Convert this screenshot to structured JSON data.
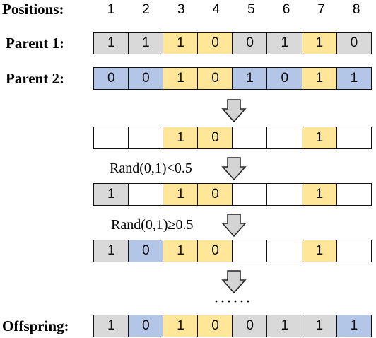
{
  "labels": {
    "positions": "Positions:",
    "parent1": "Parent 1:",
    "parent2": "Parent 2:",
    "offspring": "Offspring:"
  },
  "positions": [
    "1",
    "2",
    "3",
    "4",
    "5",
    "6",
    "7",
    "8"
  ],
  "colors": {
    "grey": "#d9d9d9",
    "yellow": "#ffe699",
    "blue": "#b4c6e7",
    "empty": "#ffffff"
  },
  "rows": {
    "parent1": [
      {
        "v": "1",
        "c": "grey"
      },
      {
        "v": "1",
        "c": "grey"
      },
      {
        "v": "1",
        "c": "yellow"
      },
      {
        "v": "0",
        "c": "yellow"
      },
      {
        "v": "0",
        "c": "grey"
      },
      {
        "v": "1",
        "c": "grey"
      },
      {
        "v": "1",
        "c": "yellow"
      },
      {
        "v": "0",
        "c": "grey"
      }
    ],
    "parent2": [
      {
        "v": "0",
        "c": "blue"
      },
      {
        "v": "0",
        "c": "blue"
      },
      {
        "v": "1",
        "c": "yellow"
      },
      {
        "v": "0",
        "c": "yellow"
      },
      {
        "v": "1",
        "c": "blue"
      },
      {
        "v": "0",
        "c": "blue"
      },
      {
        "v": "1",
        "c": "yellow"
      },
      {
        "v": "1",
        "c": "blue"
      }
    ],
    "step1": [
      {
        "v": "",
        "c": "empty"
      },
      {
        "v": "",
        "c": "empty"
      },
      {
        "v": "1",
        "c": "yellow"
      },
      {
        "v": "0",
        "c": "yellow"
      },
      {
        "v": "",
        "c": "empty"
      },
      {
        "v": "",
        "c": "empty"
      },
      {
        "v": "1",
        "c": "yellow"
      },
      {
        "v": "",
        "c": "empty"
      }
    ],
    "step2": [
      {
        "v": "1",
        "c": "grey"
      },
      {
        "v": "",
        "c": "empty"
      },
      {
        "v": "1",
        "c": "yellow"
      },
      {
        "v": "0",
        "c": "yellow"
      },
      {
        "v": "",
        "c": "empty"
      },
      {
        "v": "",
        "c": "empty"
      },
      {
        "v": "1",
        "c": "yellow"
      },
      {
        "v": "",
        "c": "empty"
      }
    ],
    "step3": [
      {
        "v": "1",
        "c": "grey"
      },
      {
        "v": "0",
        "c": "blue"
      },
      {
        "v": "1",
        "c": "yellow"
      },
      {
        "v": "0",
        "c": "yellow"
      },
      {
        "v": "",
        "c": "empty"
      },
      {
        "v": "",
        "c": "empty"
      },
      {
        "v": "1",
        "c": "yellow"
      },
      {
        "v": "",
        "c": "empty"
      }
    ],
    "offspring": [
      {
        "v": "1",
        "c": "grey"
      },
      {
        "v": "0",
        "c": "blue"
      },
      {
        "v": "1",
        "c": "yellow"
      },
      {
        "v": "0",
        "c": "yellow"
      },
      {
        "v": "0",
        "c": "grey"
      },
      {
        "v": "1",
        "c": "grey"
      },
      {
        "v": "1",
        "c": "grey"
      },
      {
        "v": "1",
        "c": "blue"
      }
    ]
  },
  "annotations": {
    "rand_lt": "Rand(0,1)<0.5",
    "rand_ge": "Rand(0,1)≥0.5",
    "dots": "······"
  }
}
